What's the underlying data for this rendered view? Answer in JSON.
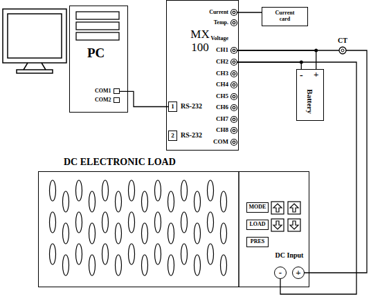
{
  "diagram": {
    "nodes": [
      {
        "text": [
          "PC"
        ]
      },
      {
        "text": [
          "COM1"
        ],
        "in": 0
      },
      {
        "text": [
          "COM2"
        ],
        "in": 0
      },
      {
        "text": [
          "MX 100"
        ]
      },
      {
        "text": [
          "1",
          "RS-232"
        ],
        "in": 3
      },
      {
        "text": [
          "2",
          "RS-232"
        ],
        "in": 3
      },
      {
        "text": [
          "Current card"
        ]
      },
      {
        "text": [
          "CT"
        ]
      },
      {
        "text": [
          "-",
          "+",
          "Battery"
        ]
      },
      {
        "text": [
          "DC ELECTRONIC LOAD"
        ]
      },
      {
        "text": [
          "MODE"
        ],
        "in": 9
      },
      {
        "text": [
          "LOAD"
        ],
        "in": 9
      },
      {
        "text": [
          "PRES"
        ],
        "in": 9
      },
      {
        "text": [
          "-"
        ],
        "in": 9
      },
      {
        "text": [
          "+"
        ],
        "in": 9
      }
    ],
    "edges": [
      {
        "from": 1,
        "to": 4,
        "arrow": "none"
      },
      {
        "from": 3,
        "to": 6,
        "arrow": "none"
      },
      {
        "from": 3,
        "to": 8,
        "arrow": "none"
      },
      {
        "from": 3,
        "to": 8,
        "arrow": "none"
      },
      {
        "from": 3,
        "to": 7,
        "arrow": "none"
      },
      {
        "from": 7,
        "to": 14,
        "arrow": "none"
      },
      {
        "from": 3,
        "to": 13,
        "arrow": "none"
      }
    ],
    "labels": [
      "Current",
      "Temp.",
      "Voltage",
      "CH1",
      "CH2",
      "CH3",
      "CH4",
      "CH5",
      "CH6",
      "CH7",
      "CH8",
      "COM",
      "DC Input"
    ]
  }
}
